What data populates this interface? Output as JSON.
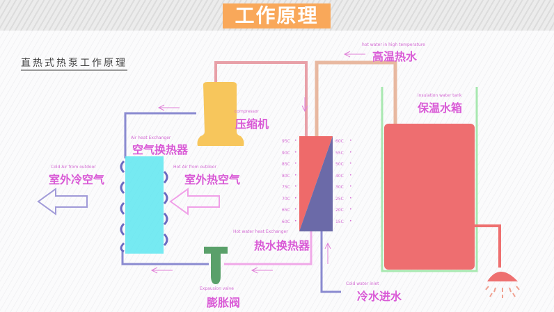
{
  "title": "工作原理",
  "subtitle": "直热式热泵工作原理",
  "labels": {
    "compressor_en": "compressor",
    "compressor_cn": "压缩机",
    "air_hx_en": "Air heat Exchanger",
    "air_hx_cn": "空气换热器",
    "cold_air_en": "Cold Air from outdoor",
    "cold_air_cn": "室外冷空气",
    "hot_air_en": "Hot Air from outdoor",
    "hot_air_cn": "室外热空气",
    "hot_water_en": "hot water in high temperature",
    "hot_water_cn": "高温热水",
    "tank_en": "insulation water tank",
    "tank_cn": "保温水箱",
    "water_hx_en": "Hot water heat Exchanger",
    "water_hx_cn": "热水换热器",
    "valve_en": "Expausion valve",
    "valve_cn": "膨胀阀",
    "cold_water_en": "Cold water inlet",
    "cold_water_cn": "冷水进水"
  },
  "temps_left": [
    "95C",
    "90C",
    "85C",
    "80C",
    "75C",
    "70C",
    "65C",
    "60C"
  ],
  "temps_right": [
    "60C",
    "55C",
    "50C",
    "40C",
    "30C",
    "25C",
    "20C",
    "15C"
  ],
  "colors": {
    "accent": "#f9a85a",
    "text": "#d95ad6",
    "hot": "#f07070",
    "cold": "#6b6aa8",
    "compressor": "#f7c65c",
    "valve": "#5aa06a",
    "coil": "#5ee6f0"
  }
}
